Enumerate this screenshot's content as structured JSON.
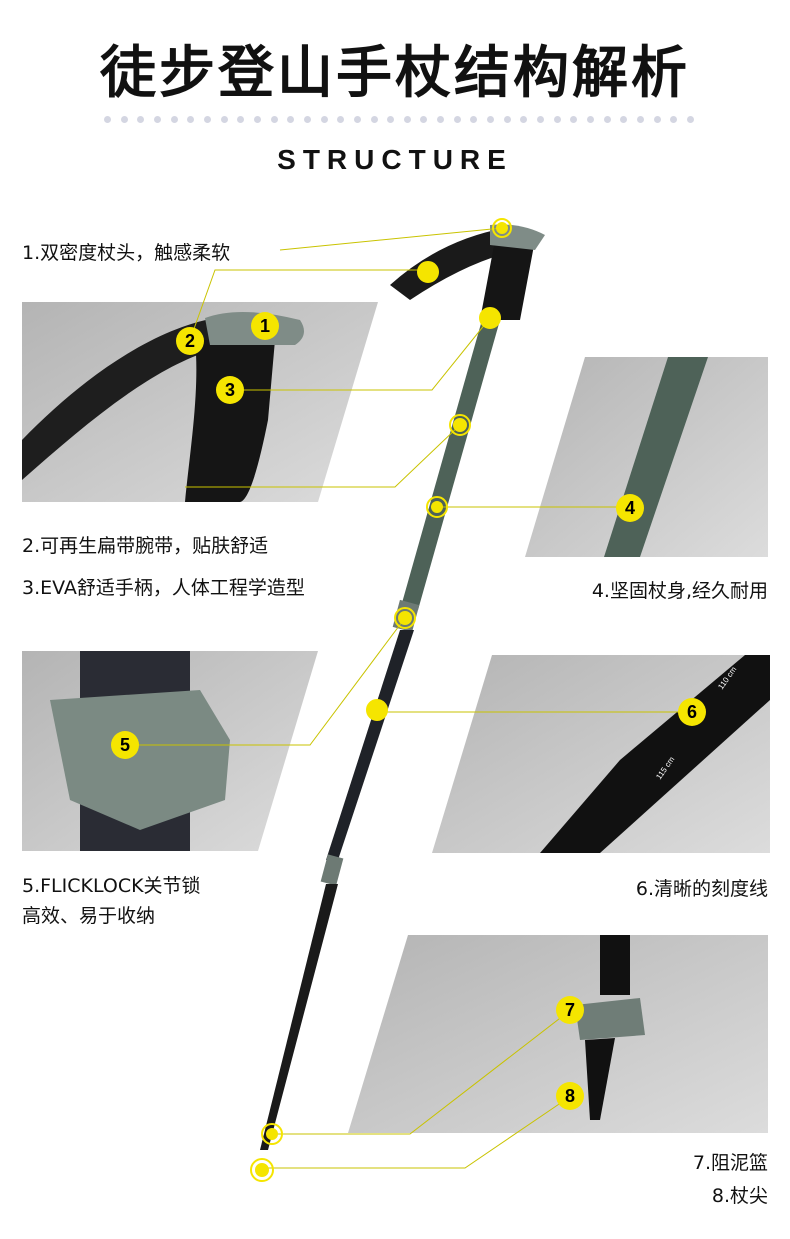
{
  "title": "徒步登山手杖结构解析",
  "subtitle": "STRUCTURE",
  "labels": {
    "l1": "1.双密度杖头，触感柔软",
    "l2": "2.可再生扁带腕带，贴肤舒适",
    "l3": "3.EVA舒适手柄，人体工程学造型",
    "l4": "4.坚固杖身,经久耐用",
    "l5a": "5.FLICKLOCK关节锁",
    "l5b": "高效、易于收纳",
    "l6": "6.清晰的刻度线",
    "l7": "7.阻泥篮",
    "l8": "8.杖尖"
  },
  "markers": [
    "1",
    "2",
    "3",
    "4",
    "5",
    "6",
    "7",
    "8"
  ],
  "scale_marks": [
    "110 cm",
    "115 cm"
  ],
  "colors": {
    "accent": "#f5e500",
    "panel": "#cfcfcf",
    "pole": "#2b2f2e",
    "pole_green": "#4e6258"
  }
}
